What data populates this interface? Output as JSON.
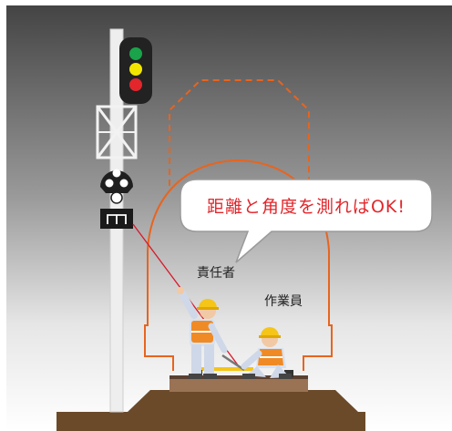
{
  "labels": {
    "speech_bubble": "距離と角度を測ればOK!",
    "supervisor": "責任者",
    "worker": "作業員"
  },
  "colors": {
    "background_top": "#4a4a4a",
    "background_bottom": "#ffffff",
    "ground": "#6b4a2a",
    "clearance_outline": "#e8641e",
    "measure_line": "#d7192a",
    "bubble_text": "#e2262b",
    "signal_green": "#1aa34a",
    "signal_yellow": "#f2e600",
    "signal_red": "#e2262b",
    "vest": "#f08a24",
    "helmet": "#f5c518"
  },
  "icons": [
    "signal-mast-icon",
    "signal-head-icon",
    "position-light-icon",
    "indicator-box-icon",
    "supervisor-worker-icon",
    "crouching-worker-icon",
    "measuring-rod-icon"
  ]
}
